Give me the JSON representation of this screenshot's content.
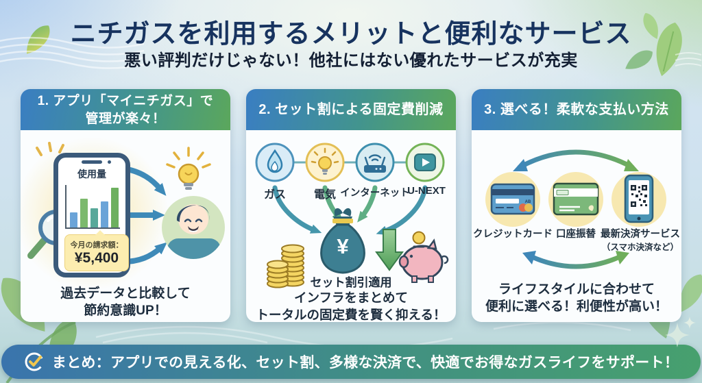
{
  "page": {
    "title": "ニチガスを利用するメリットと便利なサービス",
    "subtitle": "悪い評判だけじゃない！他社にはない優れたサービスが充実"
  },
  "colors": {
    "title_navy": "#17335f",
    "card_header_blue": "#3a7ec2",
    "card_header_green": "#5ba75c",
    "summary_bar_blue": "#3a74ad",
    "summary_bar_green": "#47a06e",
    "accent_yellow": "#f2cd55",
    "highlight_box_yellow": "#fcedb0"
  },
  "cards": [
    {
      "header_line1": "1. アプリ「マイニチガス」で",
      "header_line2": "管理が楽々！",
      "phone": {
        "screen_title": "使用量",
        "bill_label": "今月の請求額：",
        "bill_amount": "¥5,400",
        "chart_bars": [
          38,
          72,
          48,
          65,
          100
        ],
        "bar_colors": [
          "#6ba4d8",
          "#7cb96d",
          "#58a89a",
          "#6ba4d8",
          "#6db05f"
        ]
      },
      "caption_line1": "過去データと比較して",
      "caption_line2": "節約意識UP！"
    },
    {
      "header_line1": "2. セット割による固定費削減",
      "services": [
        {
          "label": "ガス",
          "icon": "flame-icon"
        },
        {
          "label": "電気",
          "icon": "bulb-icon"
        },
        {
          "label": "インターネット",
          "icon": "router-icon"
        },
        {
          "label": "U-NEXT",
          "icon": "play-icon"
        }
      ],
      "bag_symbol": "¥",
      "discount_label": "セット割引適用",
      "caption_line1": "インフラをまとめて",
      "caption_line2": "トータルの固定費を賢く抑える！"
    },
    {
      "header_line1": "3. 選べる！柔軟な支払い方法",
      "methods": [
        {
          "label": "クレジットカード",
          "sublabel": "",
          "icon": "credit-card-icon"
        },
        {
          "label": "口座振替",
          "sublabel": "",
          "icon": "bankbook-icon"
        },
        {
          "label": "最新決済サービス",
          "sublabel": "（スマホ決済など）",
          "icon": "qr-phone-icon"
        }
      ],
      "caption_line1": "ライフスタイルに合わせて",
      "caption_line2": "便利に選べる！利便性が高い！"
    }
  ],
  "summary": {
    "label": "まとめ：アプリでの見える化、セット割、多様な決済で、快適でお得なガスライフをサポート！"
  }
}
